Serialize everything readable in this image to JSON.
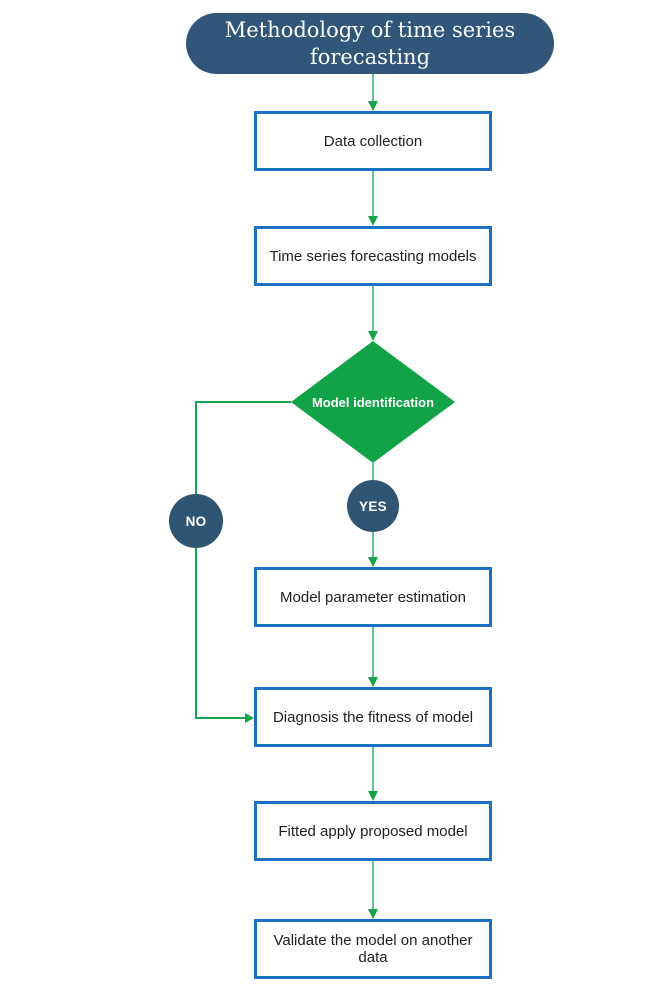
{
  "title": {
    "text": "Methodology of time series forecasting"
  },
  "flow": {
    "data_collection": "Data collection",
    "forecasting_models": "Time series forecasting models",
    "model_identification": "Model identification",
    "yes_label": "YES",
    "no_label": "NO",
    "parameter_estimation": "Model parameter estimation",
    "diagnosis": "Diagnosis the fitness of model",
    "fitted_apply": "Fitted apply proposed model",
    "validate": "Validate the model on another data"
  },
  "colors": {
    "header_bg": "#31567A",
    "badge_bg": "#2F5573",
    "box_border": "#1C70C2",
    "box_text": "#1F1F1F",
    "diamond_fill": "#12A349",
    "connector_line": "#5FC98C",
    "connector_strong": "#16A54F",
    "connector_arrow": "#12A349",
    "inverse_text": "#FFFFFF"
  }
}
